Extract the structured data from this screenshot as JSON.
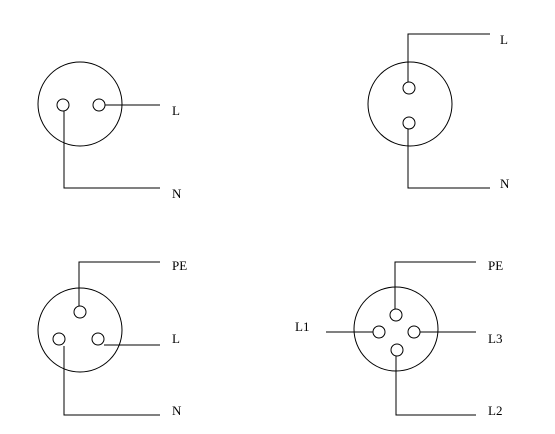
{
  "diagrams": [
    {
      "name": "two-pin-horizontal",
      "labels": {
        "live": "L",
        "neutral": "N"
      }
    },
    {
      "name": "two-pin-vertical",
      "labels": {
        "live": "L",
        "neutral": "N"
      }
    },
    {
      "name": "three-pin",
      "labels": {
        "earth": "PE",
        "live": "L",
        "neutral": "N"
      }
    },
    {
      "name": "four-pin",
      "labels": {
        "earth": "PE",
        "line1": "L1",
        "line2": "L2",
        "line3": "L3"
      }
    }
  ],
  "colors": {
    "stroke": "#000000",
    "background": "#ffffff"
  }
}
